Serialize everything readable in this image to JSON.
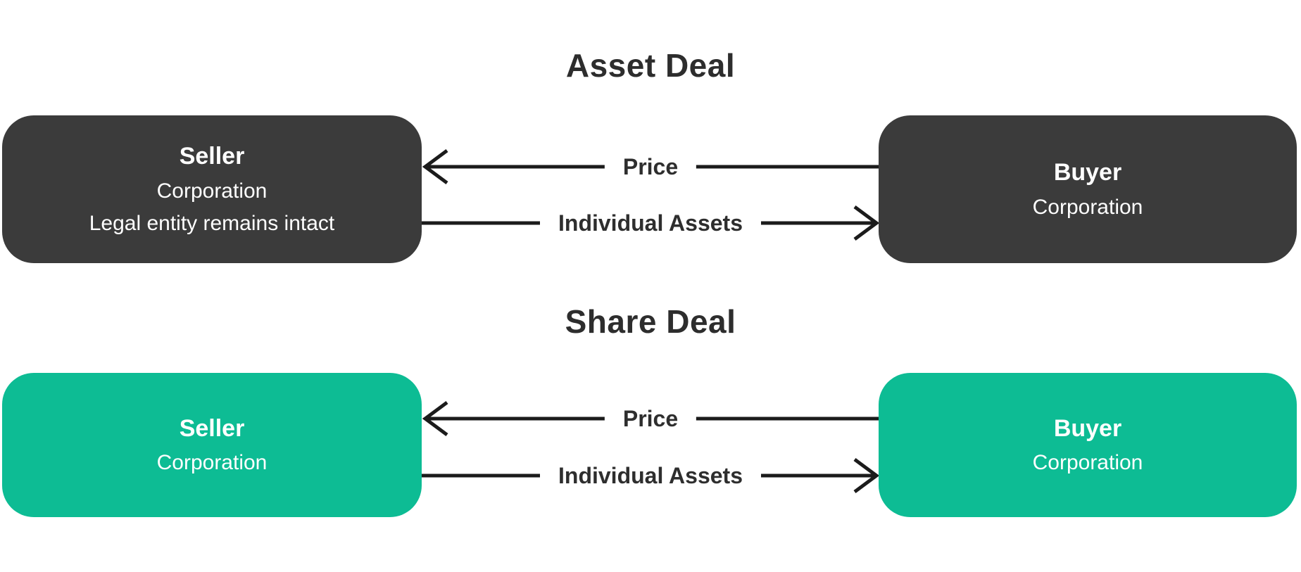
{
  "colors": {
    "background": "#ffffff",
    "dark_box": "#3b3b3b",
    "green_box": "#0dbc94",
    "arrow": "#1b1b1b",
    "title": "#2d2d2d",
    "label": "#2e2e2e",
    "box_text": "#ffffff"
  },
  "sections": [
    {
      "title": "Asset Deal",
      "seller": {
        "name": "Seller",
        "lines": [
          "Corporation",
          "Legal entity remains intact"
        ]
      },
      "buyer": {
        "name": "Buyer",
        "lines": [
          "Corporation"
        ]
      },
      "arrows": [
        {
          "label": "Price",
          "direction": "right-to-left",
          "from": "Buyer",
          "to": "Seller"
        },
        {
          "label": "Individual Assets",
          "direction": "left-to-right",
          "from": "Seller",
          "to": "Buyer"
        }
      ]
    },
    {
      "title": "Share Deal",
      "seller": {
        "name": "Seller",
        "lines": [
          "Corporation"
        ]
      },
      "buyer": {
        "name": "Buyer",
        "lines": [
          "Corporation"
        ]
      },
      "arrows": [
        {
          "label": "Price",
          "direction": "right-to-left",
          "from": "Buyer",
          "to": "Seller"
        },
        {
          "label": "Individual Assets",
          "direction": "left-to-right",
          "from": "Seller",
          "to": "Buyer"
        }
      ]
    }
  ]
}
